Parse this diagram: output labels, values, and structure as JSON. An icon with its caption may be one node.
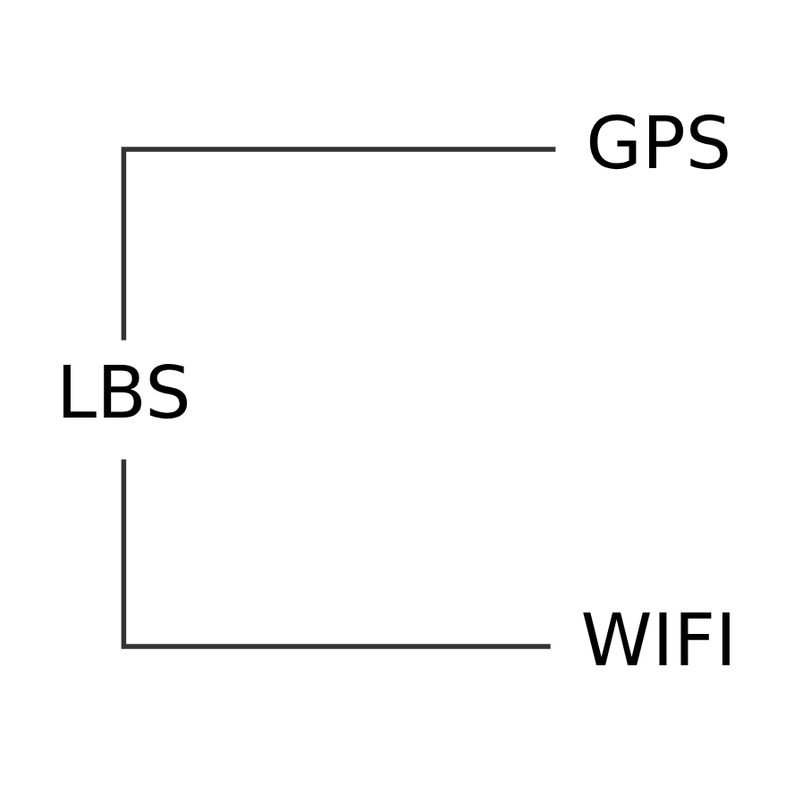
{
  "diagram": {
    "nodes": [
      {
        "text": [
          "LBS"
        ]
      },
      {
        "text": [
          "GPS"
        ]
      },
      {
        "text": [
          "WIFI"
        ]
      }
    ],
    "edges": [
      {
        "from": 0,
        "to": 1,
        "arrow": "none"
      },
      {
        "from": 0,
        "to": 2,
        "arrow": "none"
      }
    ]
  }
}
